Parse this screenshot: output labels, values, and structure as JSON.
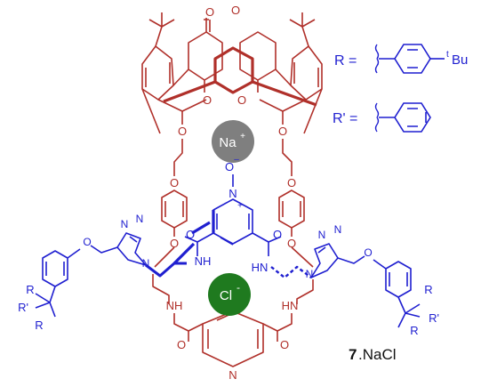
{
  "colors": {
    "red": "#b0302a",
    "blue": "#1f1fd0",
    "black": "#111111",
    "na_ball": "#7f7f7f",
    "cl_ball": "#1f7a1f"
  },
  "substituents": {
    "r_eq": "R =",
    "r_tbu_sup": "t",
    "r_tbu": "Bu",
    "rprime_eq": "R' ="
  },
  "ions": {
    "na": "Na",
    "na_charge": "+",
    "cl": "Cl",
    "cl_charge": "-"
  },
  "atoms": {
    "o": "O",
    "n": "N",
    "nh": "NH",
    "hn": "HN",
    "n_plus": "+",
    "o_minus": "O",
    "minus": "–",
    "r": "R",
    "rprime": "R'"
  },
  "compound": {
    "number": "7",
    "suffix": ".NaCl"
  }
}
